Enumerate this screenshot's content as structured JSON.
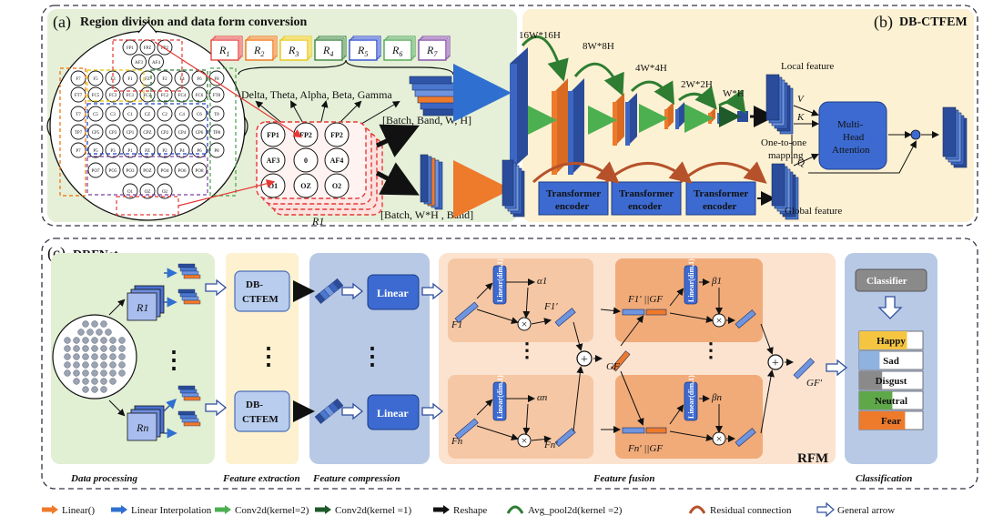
{
  "panel_a": {
    "tag": "(a)",
    "title": "Region division and data form conversion",
    "regions": [
      "R1",
      "R2",
      "R3",
      "R4",
      "R5",
      "R6",
      "R7"
    ],
    "region_colors": [
      "#e53935",
      "#ef6c00",
      "#e8c400",
      "#2e7d32",
      "#1e40c8",
      "#43a047",
      "#7b3fa0"
    ],
    "bands": "Delta, Theta, Alpha, Beta, Gamma",
    "shape_bwh": "[Batch, Band, W, H]",
    "shape_bwhband": "[Batch, W*H , Band]",
    "region_label": "R1",
    "electrodes_r1": [
      "FP1",
      "FP2",
      "FP2",
      "AF3",
      "0",
      "AF4",
      "O1",
      "OZ",
      "O2"
    ],
    "head_rows": [
      [
        "FP1",
        "FPZ",
        "FP2"
      ],
      [
        "AF3",
        "AF4"
      ],
      [
        "F7",
        "F5",
        "F3",
        "F1",
        "FZ",
        "F2",
        "F4",
        "F6",
        "F8"
      ],
      [
        "FT7",
        "FC5",
        "FC3",
        "FC1",
        "FCZ",
        "FC2",
        "FC4",
        "FC6",
        "FT8"
      ],
      [
        "T7",
        "C5",
        "C3",
        "C1",
        "CZ",
        "C2",
        "C4",
        "C6",
        "T8"
      ],
      [
        "TP7",
        "CP5",
        "CP3",
        "CP1",
        "CPZ",
        "CP2",
        "CP4",
        "CP6",
        "TP8"
      ],
      [
        "P7",
        "P5",
        "P3",
        "P1",
        "PZ",
        "P2",
        "P4",
        "P6",
        "P8"
      ],
      [
        "PO7",
        "PO5",
        "PO3",
        "POZ",
        "PO4",
        "PO6",
        "PO8"
      ],
      [
        "O1",
        "OZ",
        "O2"
      ]
    ]
  },
  "panel_b": {
    "tag": "(b)",
    "title": "DB-CTFEM",
    "sizes": [
      "16W*16H",
      "8W*8H",
      "4W*4H",
      "2W*2H",
      "W*H"
    ],
    "local_feature": "Local feature",
    "global_feature": "Global feature",
    "one_to_one": "One-to-one",
    "mapping": "mapping",
    "transformer": [
      "Transformer",
      "encoder"
    ],
    "mha": [
      "Multi-",
      "Head",
      "Attention"
    ],
    "v": "V",
    "k": "K",
    "q": "Q"
  },
  "panel_c": {
    "tag": "(c)",
    "title": "DRFNet",
    "r1": "R1",
    "rn": "Rn",
    "dbctfem": [
      "DB-",
      "CTFEM"
    ],
    "linear": "Linear",
    "linear_dim": "Linear(dim,1)",
    "alpha1": "α1",
    "alphan": "αn",
    "beta1": "β1",
    "betan": "βn",
    "f1": "F1",
    "fn": "Fn",
    "f1p": "F1′",
    "fnp": "Fn′",
    "f1gf": "F1′ ||GF",
    "fngf": "Fn′ ||GF",
    "gf": "GF",
    "gfp": "GF′",
    "rfm": "RFM",
    "classifier": "Classifier",
    "emotions": [
      "Happy",
      "Sad",
      "Disgust",
      "Neutral",
      "Fear"
    ],
    "emotion_colors": [
      "#f5c542",
      "#8fb3e0",
      "#8a8a8a",
      "#5ea84a",
      "#ee7a2c"
    ],
    "emotion_fill": [
      0.75,
      0.32,
      0.36,
      0.52,
      0.72
    ],
    "sections": [
      "Data processing",
      "Feature extraction",
      "Feature compression",
      "Feature fusion",
      "Classification"
    ]
  },
  "legend": [
    {
      "label": "Linear()",
      "color": "#ee7a2c",
      "kind": "arrow"
    },
    {
      "label": "Linear Interpolation",
      "color": "#2f6fd0",
      "kind": "arrow"
    },
    {
      "label": "Conv2d(kernel=2)",
      "color": "#4caf50",
      "kind": "arrow"
    },
    {
      "label": "Conv2d(kernel =1)",
      "color": "#1f5a2a",
      "kind": "arrow"
    },
    {
      "label": "Reshape",
      "color": "#111111",
      "kind": "arrow"
    },
    {
      "label": "Avg_pool2d(kernel =2)",
      "color": "#2e7d32",
      "kind": "arc"
    },
    {
      "label": "Residual connection",
      "color": "#b5522b",
      "kind": "arc"
    },
    {
      "label": "General arrow",
      "color": "#2f4f9e",
      "kind": "hollow"
    }
  ]
}
